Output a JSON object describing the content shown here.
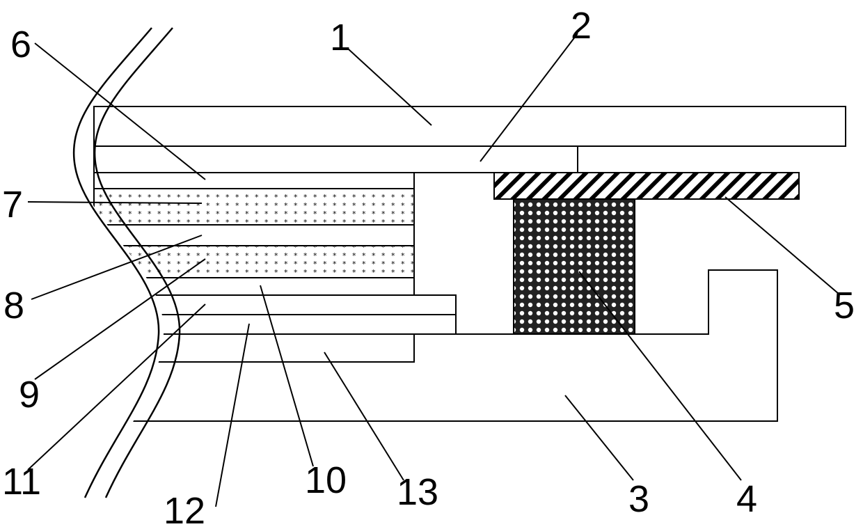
{
  "labels": {
    "l1": "1",
    "l2": "2",
    "l3": "3",
    "l4": "4",
    "l5": "5",
    "l6": "6",
    "l7": "7",
    "l8": "8",
    "l9": "9",
    "l10": "10",
    "l11": "11",
    "l12": "12",
    "l13": "13"
  },
  "colors": {
    "line": "#000000",
    "background": "#ffffff"
  }
}
